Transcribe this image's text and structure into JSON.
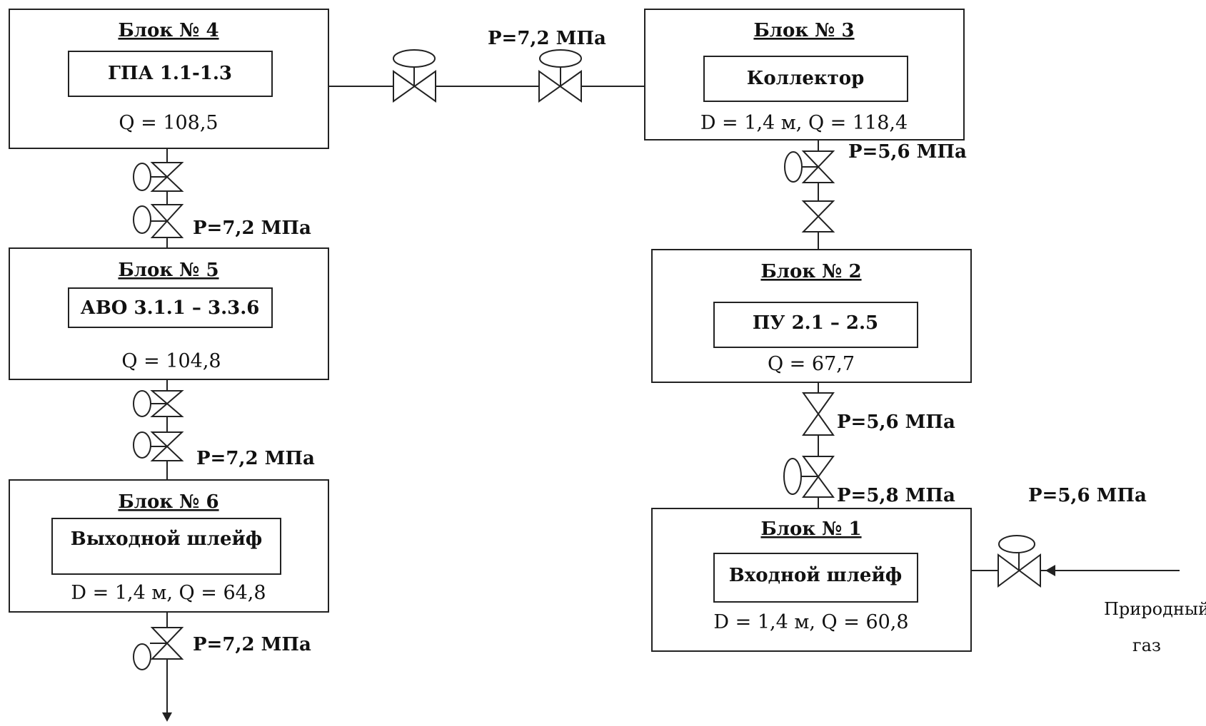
{
  "blocks": [
    {
      "id": "4",
      "title": "Блок № 4",
      "inner": "ГПА 1.1-1.3",
      "param": "Q = 108,5"
    },
    {
      "id": "3",
      "title": "Блок № 3",
      "inner": "Коллектор",
      "param": "D = 1,4 м, Q = 118,4"
    },
    {
      "id": "5",
      "title": "Блок № 5",
      "inner": "АВО 3.1.1 – 3.3.6",
      "param": "Q = 104,8"
    },
    {
      "id": "2",
      "title": "Блок № 2",
      "inner": "ПУ 2.1 – 2.5",
      "param": "Q = 67,7"
    },
    {
      "id": "6",
      "title": "Блок  № 6",
      "inner": "Выходной шлейф",
      "param": "D = 1,4 м, Q = 64,8"
    },
    {
      "id": "1",
      "title": "Блок № 1",
      "inner": "Входной шлейф",
      "param": "D = 1,4 м, Q = 60,8"
    }
  ],
  "pressures": {
    "top": "P=7,2 МПа",
    "b4_b5": "P=7,2 МПа",
    "b5_b6": "P=7,2 МПа",
    "out": "P=7,2 МПа",
    "b3_b2": "P=5,6 МПа",
    "b2_b1_upper": "P=5,6 МПа",
    "b2_b1_lower": "P=5,8 МПа",
    "inlet": "P=5,6 МПа"
  },
  "gas": {
    "line1": "Природный",
    "line2": "газ"
  }
}
